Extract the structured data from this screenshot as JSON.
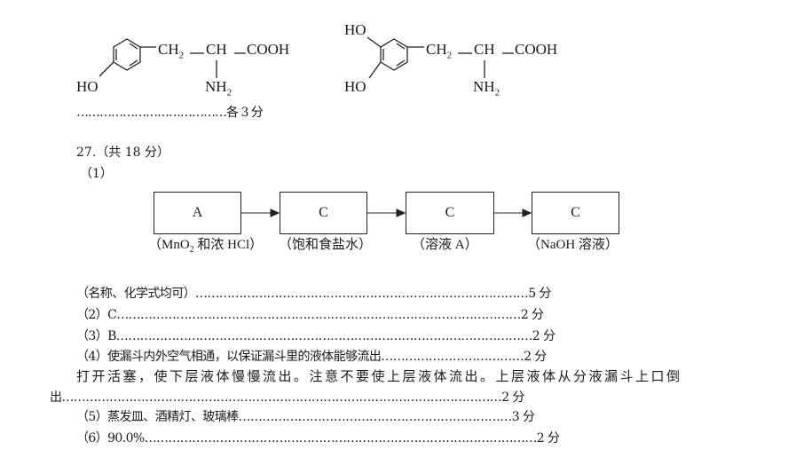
{
  "structures": {
    "left": {
      "ho": "HO",
      "ch2": "CH",
      "ch2_sub": "2",
      "ch": "CH",
      "cooh": "COOH",
      "nh": "NH",
      "nh_sub": "2"
    },
    "right": {
      "ho_top": "HO",
      "ho_bottom": "HO",
      "ch2": "CH",
      "ch2_sub": "2",
      "ch": "CH",
      "cooh": "COOH",
      "nh": "NH",
      "nh_sub": "2"
    },
    "score_line": "…………………………………各 3 分"
  },
  "q27": {
    "header": "27.（共 18 分）",
    "part1_label": "（1）",
    "flow": [
      {
        "label": "A",
        "caption_pre": "（MnO",
        "caption_sub": "2",
        "caption_post": " 和浓 HCl）"
      },
      {
        "label": "C",
        "caption_pre": "（饱和食盐水）",
        "caption_sub": "",
        "caption_post": ""
      },
      {
        "label": "C",
        "caption_pre": "（溶液 A）",
        "caption_sub": "",
        "caption_post": ""
      },
      {
        "label": "C",
        "caption_pre": "（NaOH 溶液）",
        "caption_sub": "",
        "caption_post": ""
      }
    ],
    "lines": [
      "（名称、化学式均可）…………………………………………………………………………5 分",
      "（2）C…………………………………………………………………………………………2 分",
      "（3）B……………………………………………………………………………………………2 分",
      "（4）使漏斗内外空气相通，以保证漏斗里的液体能够流出………………………………2 分",
      "打开活塞，使下层液体慢慢流出。注意不要使上层液体流出。上层液体从分液漏斗上口倒",
      "出…………………………………………………………………………………………………2 分",
      "（5）蒸发皿、酒精灯、玻璃棒……………………………………………………………3 分",
      "（6）90.0%………………………………………………………………………………………2 分"
    ]
  }
}
